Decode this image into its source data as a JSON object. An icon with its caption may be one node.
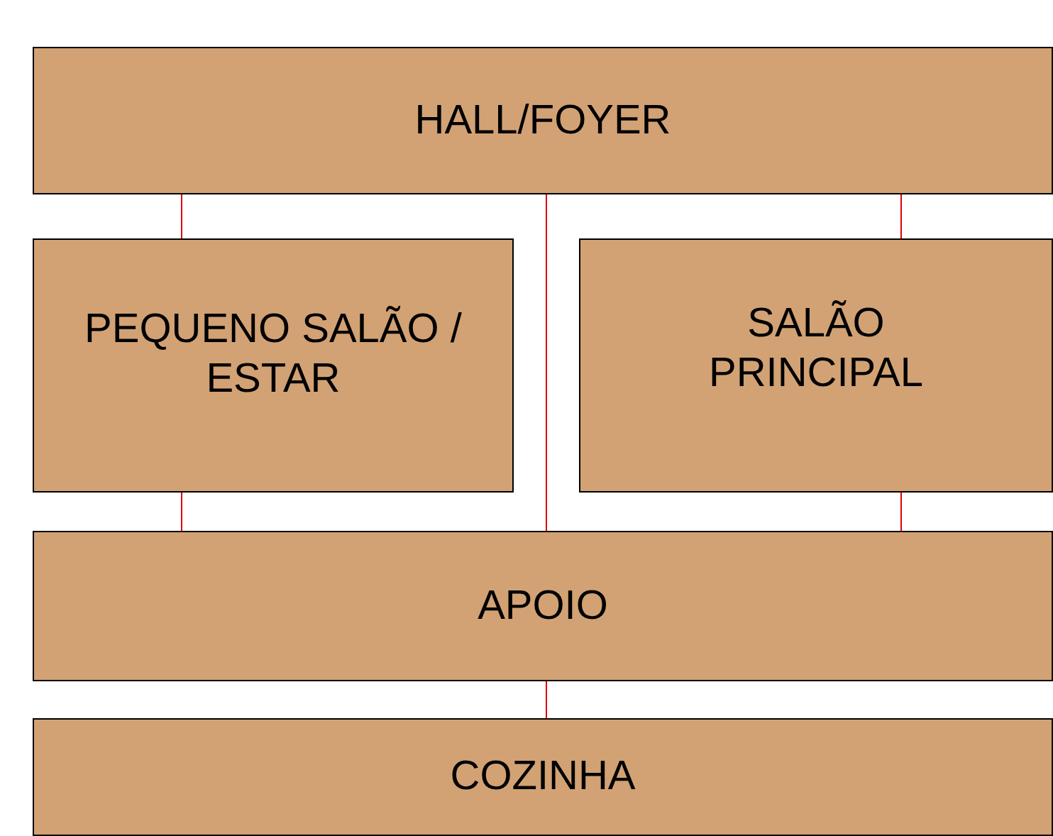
{
  "diagram": {
    "nodes": [
      {
        "text": [
          "HALL/FOYER"
        ]
      },
      {
        "text": [
          "PEQUENO SALÃO / ESTAR"
        ]
      },
      {
        "text": [
          "SALÃO PRINCIPAL"
        ]
      },
      {
        "text": [
          "APOIO"
        ]
      },
      {
        "text": [
          "COZINHA"
        ]
      }
    ],
    "edges": [
      {
        "from": 0,
        "to": 1,
        "arrow": "none"
      },
      {
        "from": 0,
        "to": 2,
        "arrow": "none"
      },
      {
        "from": 0,
        "to": 3,
        "arrow": "none"
      },
      {
        "from": 1,
        "to": 3,
        "arrow": "none"
      },
      {
        "from": 2,
        "to": 3,
        "arrow": "none"
      },
      {
        "from": 3,
        "to": 4,
        "arrow": "none"
      }
    ]
  }
}
